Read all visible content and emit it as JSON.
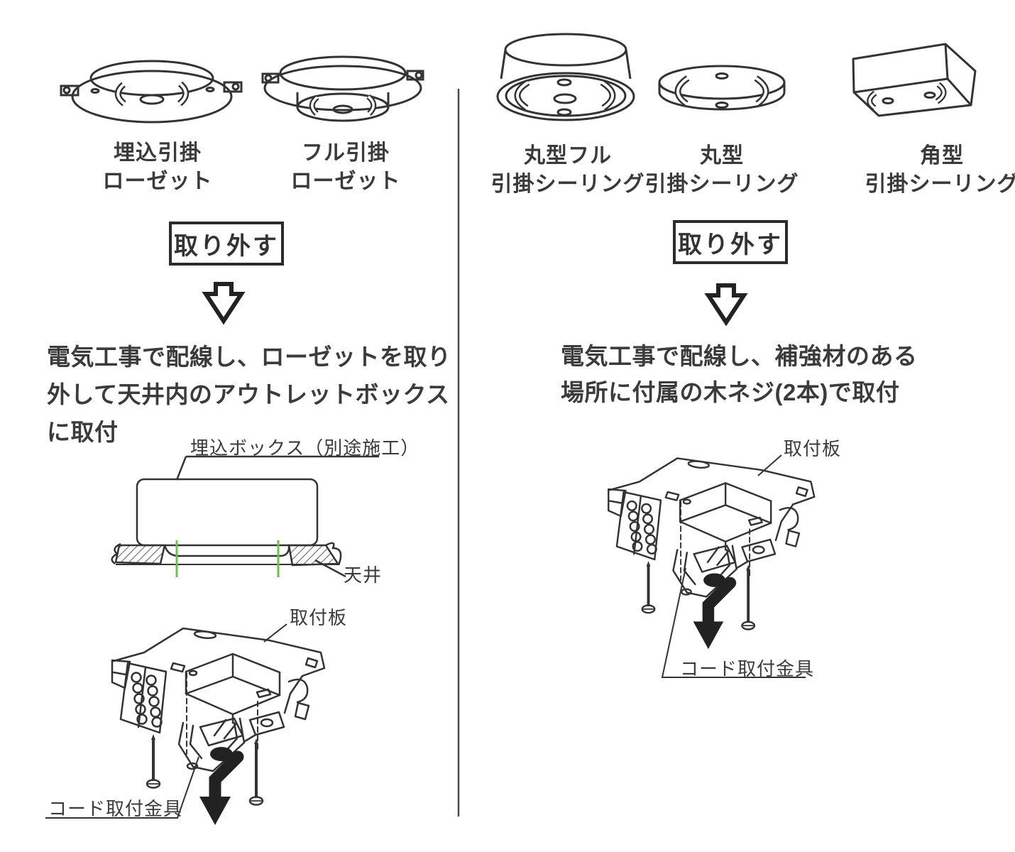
{
  "palette": {
    "background": "#ffffff",
    "line": "#333333",
    "text": "#3a3a3a",
    "accent_green": "#6cc24a",
    "arrow_black": "#222222"
  },
  "left_column": {
    "fixture_labels": [
      {
        "line1": "埋込引掛",
        "line2": "ローゼット"
      },
      {
        "line1": "フル引掛",
        "line2": "ローゼット"
      }
    ],
    "remove_box": "取り外す",
    "instruction_lines": [
      "電気工事で配線し、ローゼットを取り",
      "外して天井内のアウトレットボックス",
      "に取付"
    ],
    "callouts": {
      "embedded_box": "埋込ボックス（別途施工）",
      "ceiling": "天井",
      "mounting_plate": "取付板",
      "cord_bracket": "コード取付金具"
    }
  },
  "right_column": {
    "fixture_labels": [
      {
        "line1": "丸型フル",
        "line2": "引掛シーリング"
      },
      {
        "line1": "丸型",
        "line2": "引掛シーリング"
      },
      {
        "line1": "角型",
        "line2": "引掛シーリング"
      }
    ],
    "remove_box": "取り外す",
    "instruction_lines": [
      "電気工事で配線し、補強材のある",
      "場所に付属の木ネジ(2本)で取付"
    ],
    "callouts": {
      "mounting_plate": "取付板",
      "cord_bracket": "コード取付金具"
    }
  }
}
